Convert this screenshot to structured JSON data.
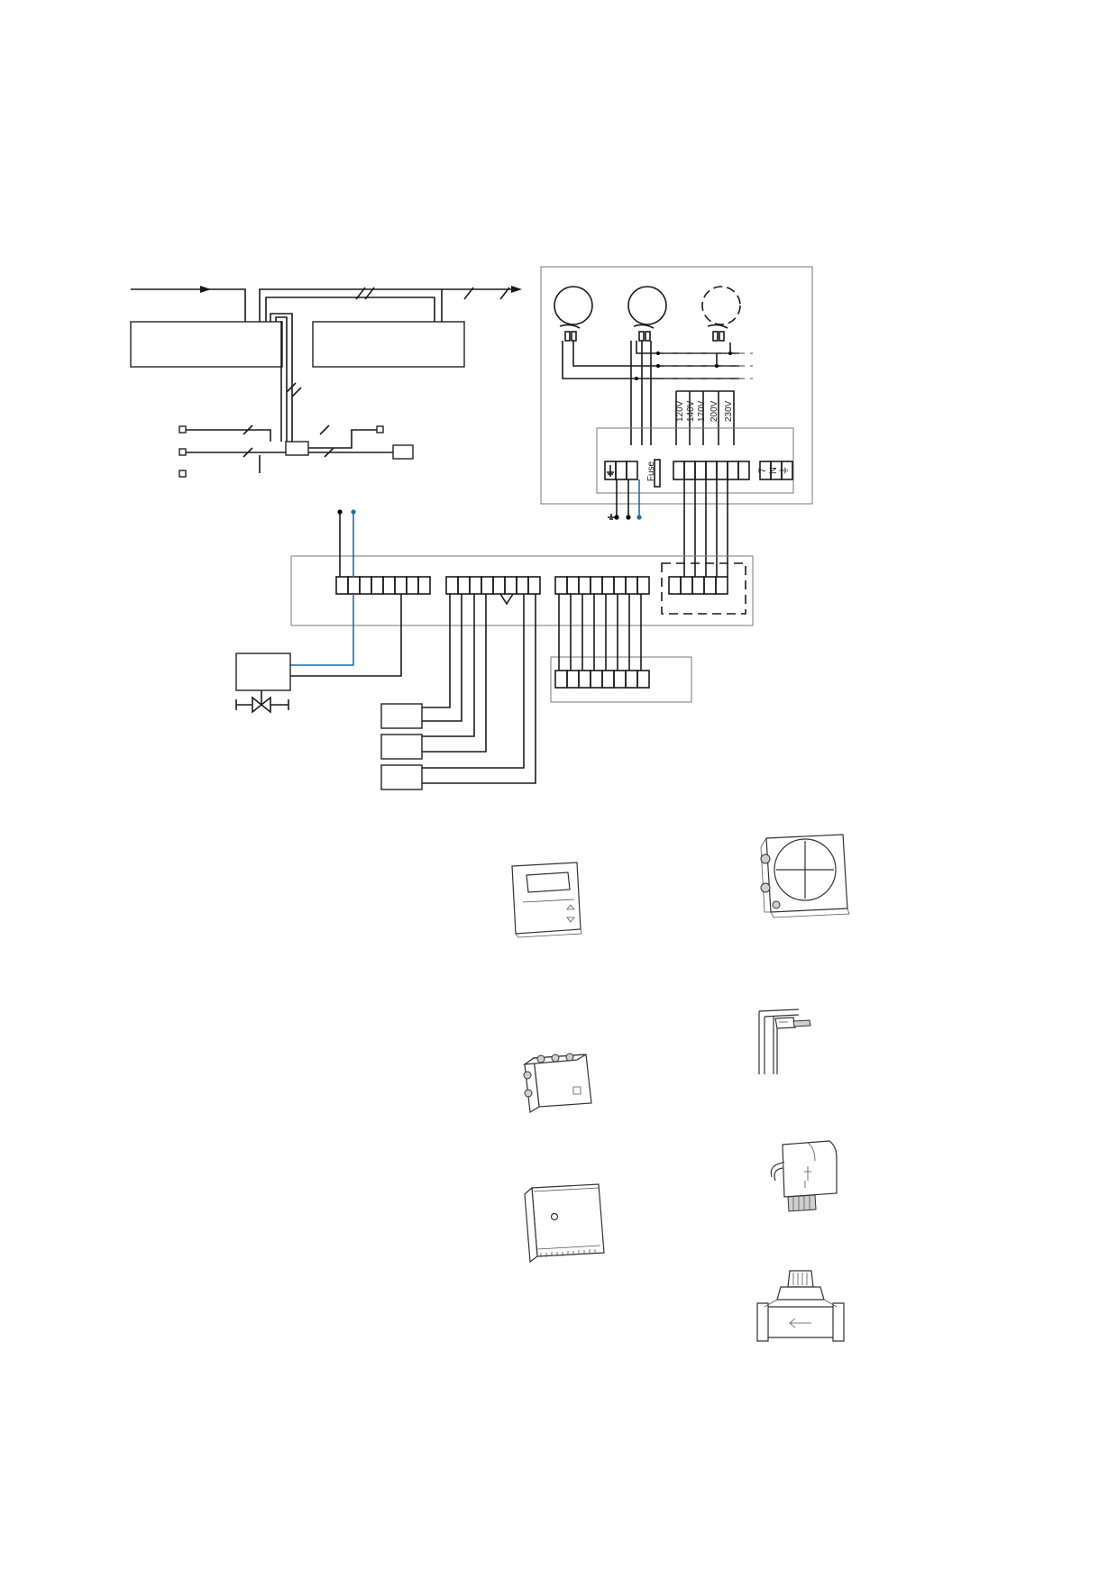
{
  "fuse_label": "Fuse",
  "voltage_taps": [
    "120V",
    "140V",
    "170V",
    "200V",
    "230V"
  ],
  "power_terminals": [
    "7",
    "N",
    "⏚"
  ]
}
